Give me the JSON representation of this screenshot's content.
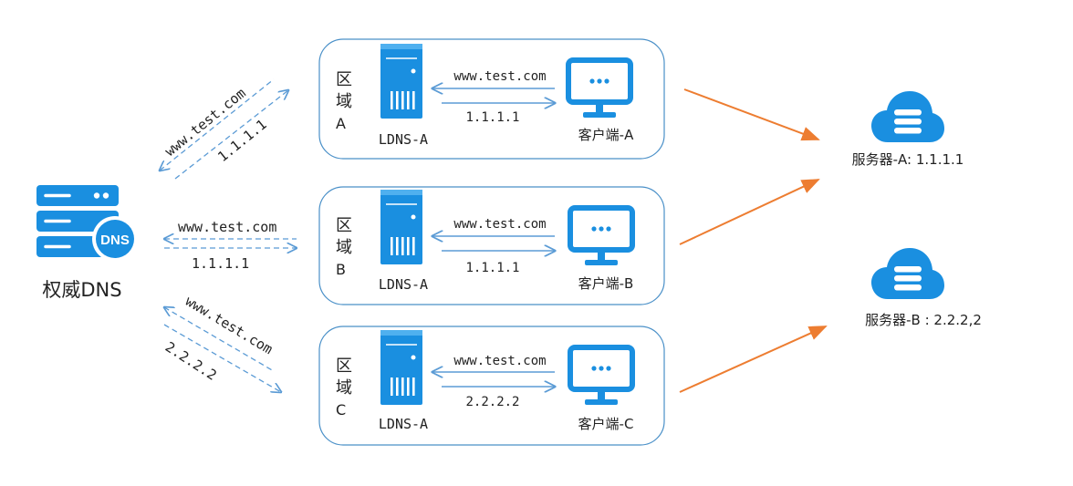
{
  "dns": {
    "label": "权威DNS",
    "badge": "DNS"
  },
  "links": {
    "a": {
      "query": "www.test.com",
      "answer": "1.1.1.1"
    },
    "b": {
      "query": "www.test.com",
      "answer": "1.1.1.1"
    },
    "c": {
      "query": "www.test.com",
      "answer": "2.2.2.2"
    }
  },
  "regions": [
    {
      "label_chars": [
        "区",
        "域",
        "A"
      ],
      "ldns_label": "LDNS-A",
      "query": "www.test.com",
      "answer": "1.1.1.1",
      "client_label": "客户端-A"
    },
    {
      "label_chars": [
        "区",
        "域",
        "B"
      ],
      "ldns_label": "LDNS-A",
      "query": "www.test.com",
      "answer": "1.1.1.1",
      "client_label": "客户端-B"
    },
    {
      "label_chars": [
        "区",
        "域",
        "C"
      ],
      "ldns_label": "LDNS-A",
      "query": "www.test.com",
      "answer": "2.2.2.2",
      "client_label": "客户端-C"
    }
  ],
  "servers": [
    {
      "label": "服务器-A: 1.1.1.1"
    },
    {
      "label": "服务器-B : 2.2.2,2"
    }
  ],
  "colors": {
    "primary_blue": "#1a8fe0",
    "dashed_blue": "#5b9bd5",
    "arrow_orange": "#ed7d31",
    "border_blue": "#4a90c8"
  }
}
